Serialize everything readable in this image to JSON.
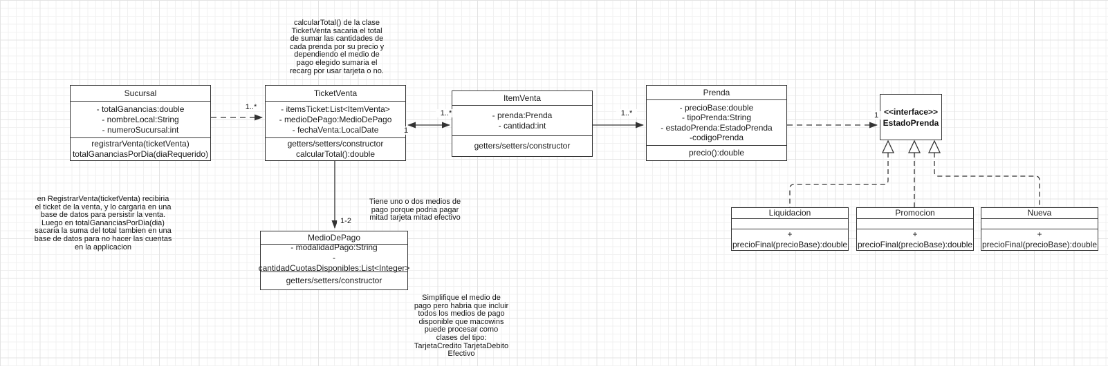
{
  "colors": {
    "stroke": "#333333",
    "grid_minor": "#f1f1f1",
    "grid_major": "#e3e3e3",
    "box_fill": "#ffffff"
  },
  "classes": [
    {
      "title": "Sucursal",
      "attributes": "- totalGanancias:double\n- nombreLocal:String\n- numeroSucursal:int",
      "methods": "registrarVenta(ticketVenta)\ntotalGananciasPorDia(diaRequerido)"
    },
    {
      "title": "TicketVenta",
      "attributes": "- itemsTicket:List<ItemVenta>\n- medioDePago:MedioDePago\n- fechaVenta:LocalDate",
      "methods": "getters/setters/constructor\ncalcularTotal():double"
    },
    {
      "title": "ItemVenta",
      "attributes": "- prenda:Prenda\n- cantidad:int",
      "methods": "getters/setters/constructor"
    },
    {
      "title": "Prenda",
      "attributes": "- precioBase:double\n- tipoPrenda:String\n- estadoPrenda:EstadoPrenda\n-codigoPrenda",
      "methods": "precio():double"
    },
    {
      "title": "MedioDePago",
      "attributes": "- modalidadPago:String\n- cantidadCuotasDisponibles:List<Integer>",
      "methods": "getters/setters/constructor"
    },
    {
      "title": "Liquidacion",
      "attributes": "",
      "methods": "+ precioFinal(precioBase):double"
    },
    {
      "title": "Promocion",
      "attributes": "",
      "methods": "+ precioFinal(precioBase):double"
    },
    {
      "title": "Nueva",
      "attributes": "",
      "methods": "+ precioFinal(precioBase):double"
    }
  ],
  "interface": {
    "stereotype": "<<interface>>",
    "name": "EstadoPrenda"
  },
  "multiplicities": {
    "sucursal_ticketventa": "1..*",
    "ticketventa_side": "1",
    "itemventa_side": "1..*",
    "itemventa_prenda": "1..*",
    "prenda_estadoprenda": "1",
    "ticketventa_mediodepago": "1-2"
  },
  "notes": {
    "calcular": "calcularTotal() de la clase\nTicketVenta sacaria el total\nde sumar las cantidades de\ncada prenda por su precio y\ndependiendo el medio de\npago elegido sumaria el\nrecarg por usar tarjeta o no.",
    "registrar": "en RegistrarVenta(ticketVenta) recibiria\nel ticket de la venta, y lo cargaria en una\nbase de datos para persistir la venta.\nLuego en totalGananciasPorDia(dia)\nsacaria la suma del total tambien en una\nbase de datos para no hacer las cuentas\nen la applicacion",
    "medios": "Tiene uno o dos medios de\npago porque podria pagar\nmitad tarjeta mitad efectivo",
    "simplifique": "Simplifique el medio de\npago pero habria que incluir\ntodos los medios de pago\ndisponible que macowins\npuede procesar  como\nclases del tipo:\nTarjetaCredito TarjetaDebito\nEfectivo"
  }
}
